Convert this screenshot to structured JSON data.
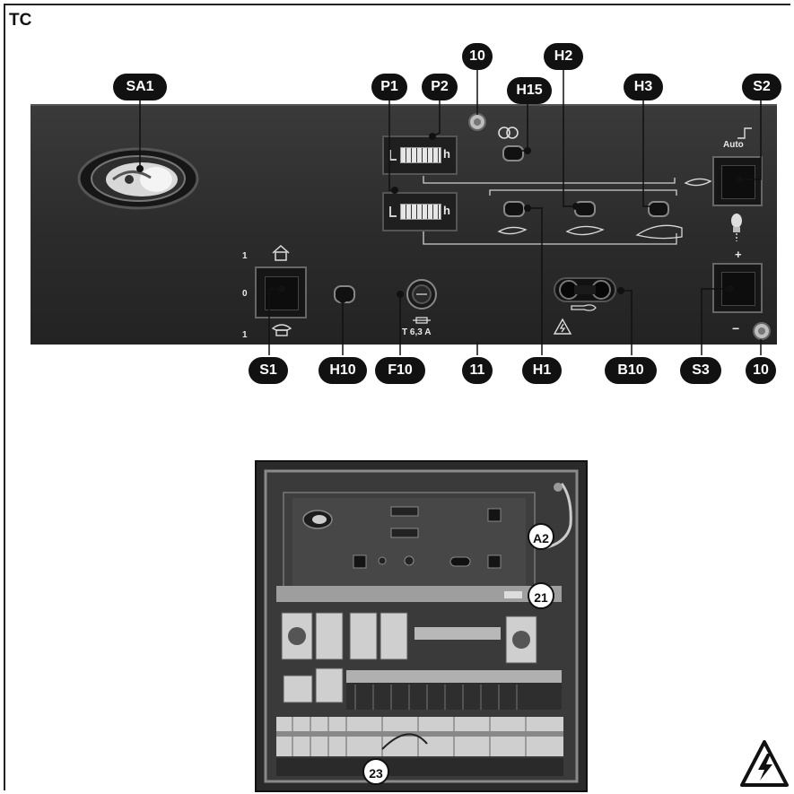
{
  "section_label": "TC",
  "callouts": {
    "sa1": "SA1",
    "p1": "P1",
    "p2": "P2",
    "c10_top": "10",
    "h15": "H15",
    "h2": "H2",
    "h3": "H3",
    "s2": "S2",
    "s1": "S1",
    "h10": "H10",
    "f10": "F10",
    "c11": "11",
    "h1": "H1",
    "b10": "B10",
    "s3": "S3",
    "c10_bottom": "10"
  },
  "panel_text": {
    "auto": "Auto",
    "counter_unit": "h",
    "plus": "+",
    "minus": "−",
    "switch_pos_1_top": "1",
    "switch_pos_0": "0",
    "switch_pos_1_bottom": "1",
    "fuse_rating": "T 6,3 A"
  },
  "photo_labels": {
    "a2": "A2",
    "c21": "21",
    "c23": "23"
  },
  "icons": [
    "house-icon",
    "telephone-icon",
    "flame-icon",
    "warning-triangle-icon",
    "high-voltage-warning-icon"
  ],
  "colors": {
    "panel": "#2b2b2b",
    "callout": "#111111",
    "text_on_panel": "#e8e8e8"
  }
}
